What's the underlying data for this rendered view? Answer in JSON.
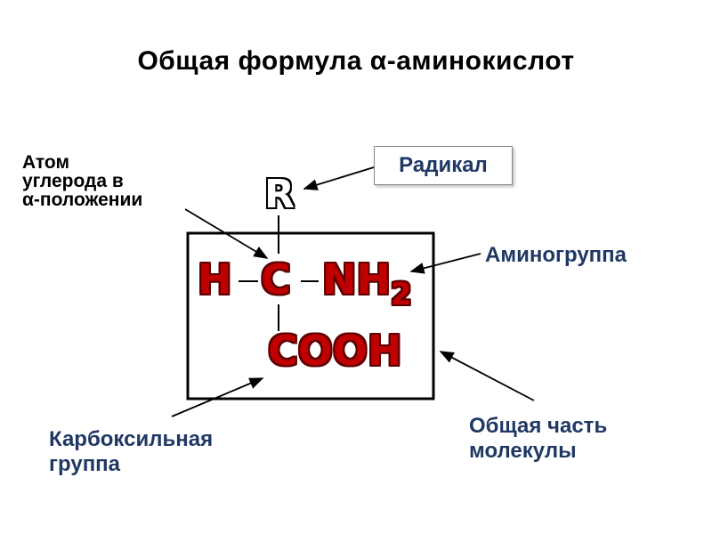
{
  "title": "Общая формула α-аминокислот",
  "labels": {
    "alpha_carbon": [
      "Атом",
      "углерода в",
      "α-положении"
    ],
    "radical": "Радикал",
    "amino_group": "Аминогруппа",
    "carboxyl_group": [
      "Карбоксильная",
      "группа"
    ],
    "common_part": [
      "Общая часть",
      "молекулы"
    ]
  },
  "formula": {
    "radical": "R",
    "hydrogen": "H",
    "carbon": "C",
    "amino": "NH",
    "amino_subscript": "2",
    "carboxyl": "COOH"
  },
  "colors": {
    "formula_fill": "#c00000",
    "formula_outline": "#5a0000",
    "label_blue": "#1f3864"
  }
}
